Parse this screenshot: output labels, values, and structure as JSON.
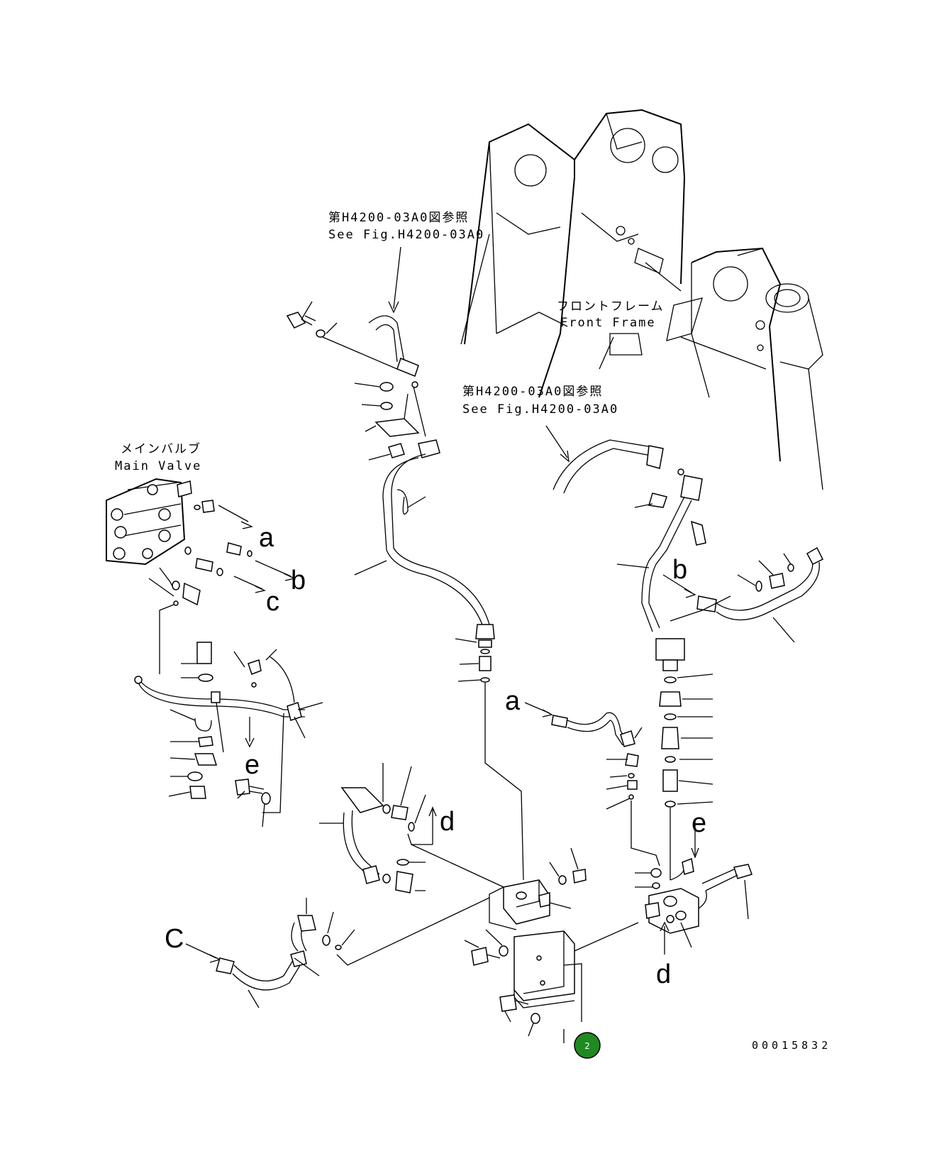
{
  "callouts": {
    "front_frame_jp": "フロントフレーム",
    "front_frame_en": "Front Frame",
    "main_valve_jp": "メインバルブ",
    "main_valve_en": "Main Valve",
    "see_fig_1_jp": "第H4200-03A0図参照",
    "see_fig_1_en": "See Fig.H4200-03A0",
    "see_fig_2_jp": "第H4200-03A0図参照",
    "see_fig_2_en": "See Fig.H4200-03A0"
  },
  "connection_letters": {
    "a1": "a",
    "b1": "b",
    "c1": "c",
    "b2": "b",
    "a2": "a",
    "e1": "e",
    "d1": "d",
    "c2": "C",
    "e2": "e",
    "d2": "d"
  },
  "drawing_number": "00015832",
  "marker": {
    "label": "2",
    "color": "#1f8a1f"
  },
  "colors": {
    "line": "#000000",
    "background": "#ffffff"
  }
}
